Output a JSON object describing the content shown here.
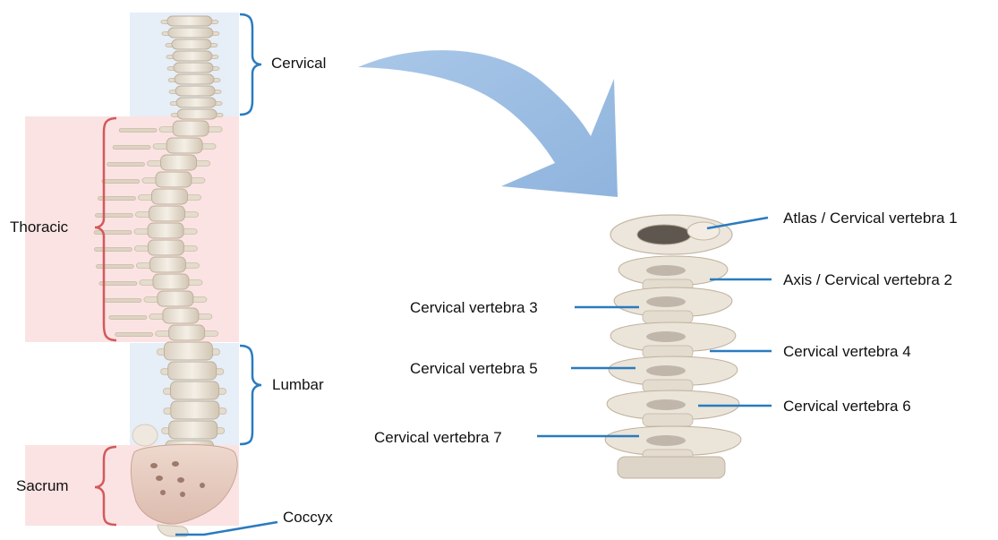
{
  "colors": {
    "cervical_band": "#e6eef8",
    "thoracic_band": "#fbe3e3",
    "lumbar_band": "#e6eef8",
    "sacrum_band": "#fbe3e3",
    "blue_bracket": "#2a7bbf",
    "red_bracket": "#d2595c",
    "arrow": "#9dbfe3",
    "bone": "#efe8dc",
    "bone_shadow": "#c9bca8",
    "sacrum_bone": "#e8cfc4",
    "leader_line": "#2a7bbf"
  },
  "regions": {
    "cervical": "Cervical",
    "thoracic": "Thoracic",
    "lumbar": "Lumbar",
    "sacrum": "Sacrum",
    "coccyx": "Coccyx"
  },
  "vertebrae": {
    "c1": "Atlas / Cervical vertebra 1",
    "c2": "Axis / Cervical vertebra 2",
    "c3": "Cervical vertebra 3",
    "c4": "Cervical vertebra 4",
    "c5": "Cervical vertebra 5",
    "c6": "Cervical vertebra 6",
    "c7": "Cervical vertebra 7"
  }
}
